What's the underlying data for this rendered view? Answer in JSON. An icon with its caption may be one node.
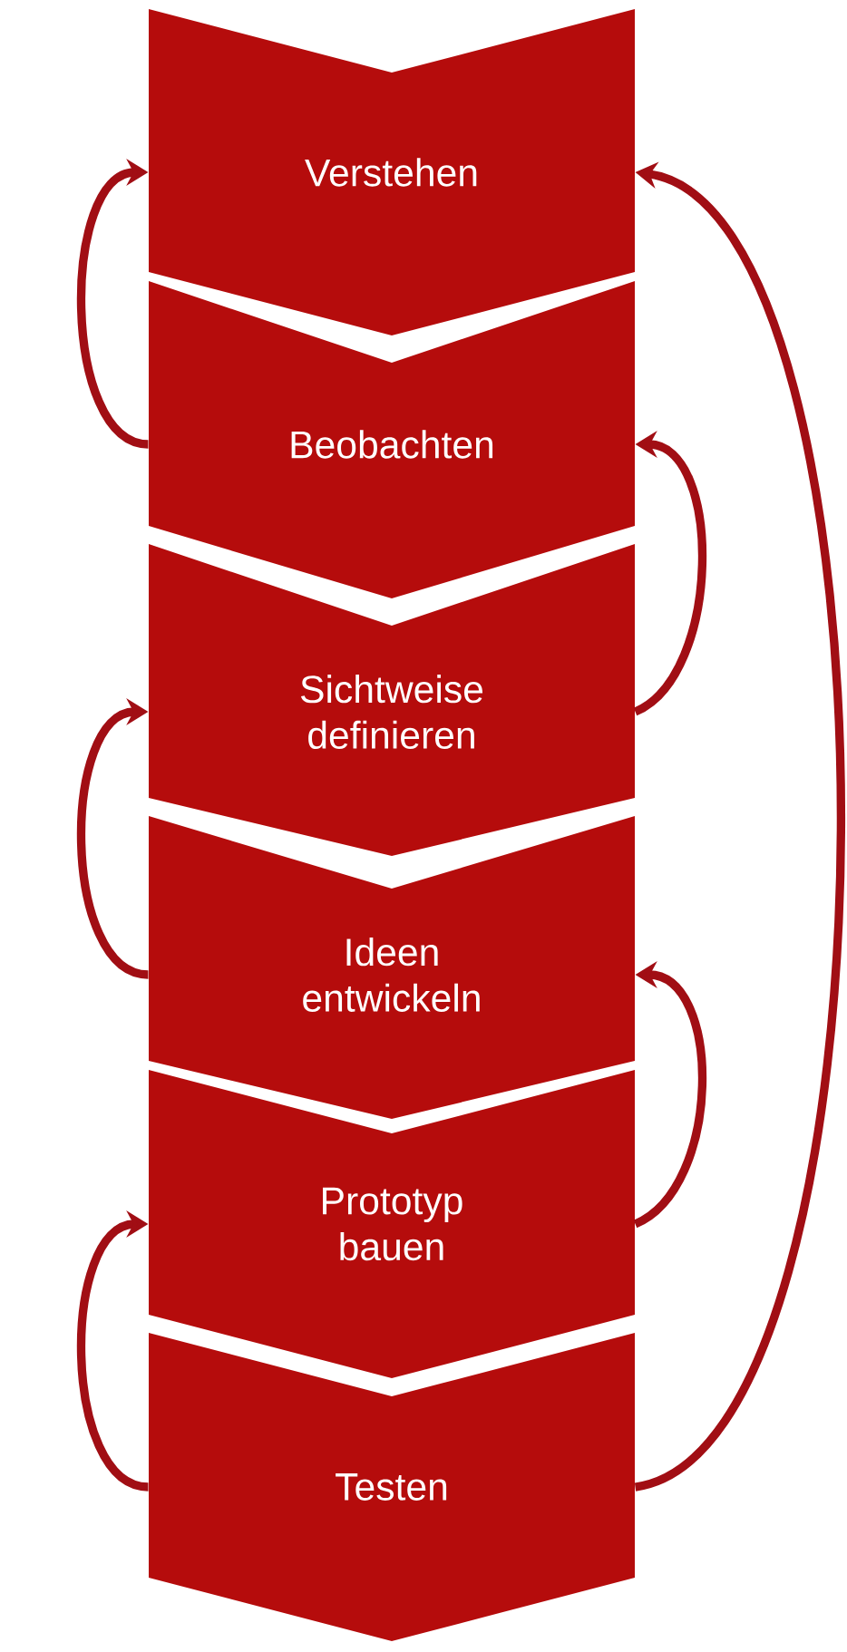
{
  "diagram": {
    "nodes": [
      {
        "text": [
          "Verstehen"
        ]
      },
      {
        "text": [
          "Beobachten"
        ]
      },
      {
        "text": [
          "Sichtweise definieren"
        ]
      },
      {
        "text": [
          "Ideen entwickeln"
        ]
      },
      {
        "text": [
          "Prototyp bauen"
        ]
      },
      {
        "text": [
          "Testen"
        ]
      }
    ],
    "edges": [
      {
        "from": 1,
        "to": 0,
        "arrow": "to"
      },
      {
        "from": 2,
        "to": 1,
        "arrow": "to"
      },
      {
        "from": 3,
        "to": 2,
        "arrow": "to"
      },
      {
        "from": 4,
        "to": 3,
        "arrow": "to"
      },
      {
        "from": 5,
        "to": 4,
        "arrow": "to"
      },
      {
        "from": 5,
        "to": 0,
        "arrow": "to"
      }
    ]
  }
}
